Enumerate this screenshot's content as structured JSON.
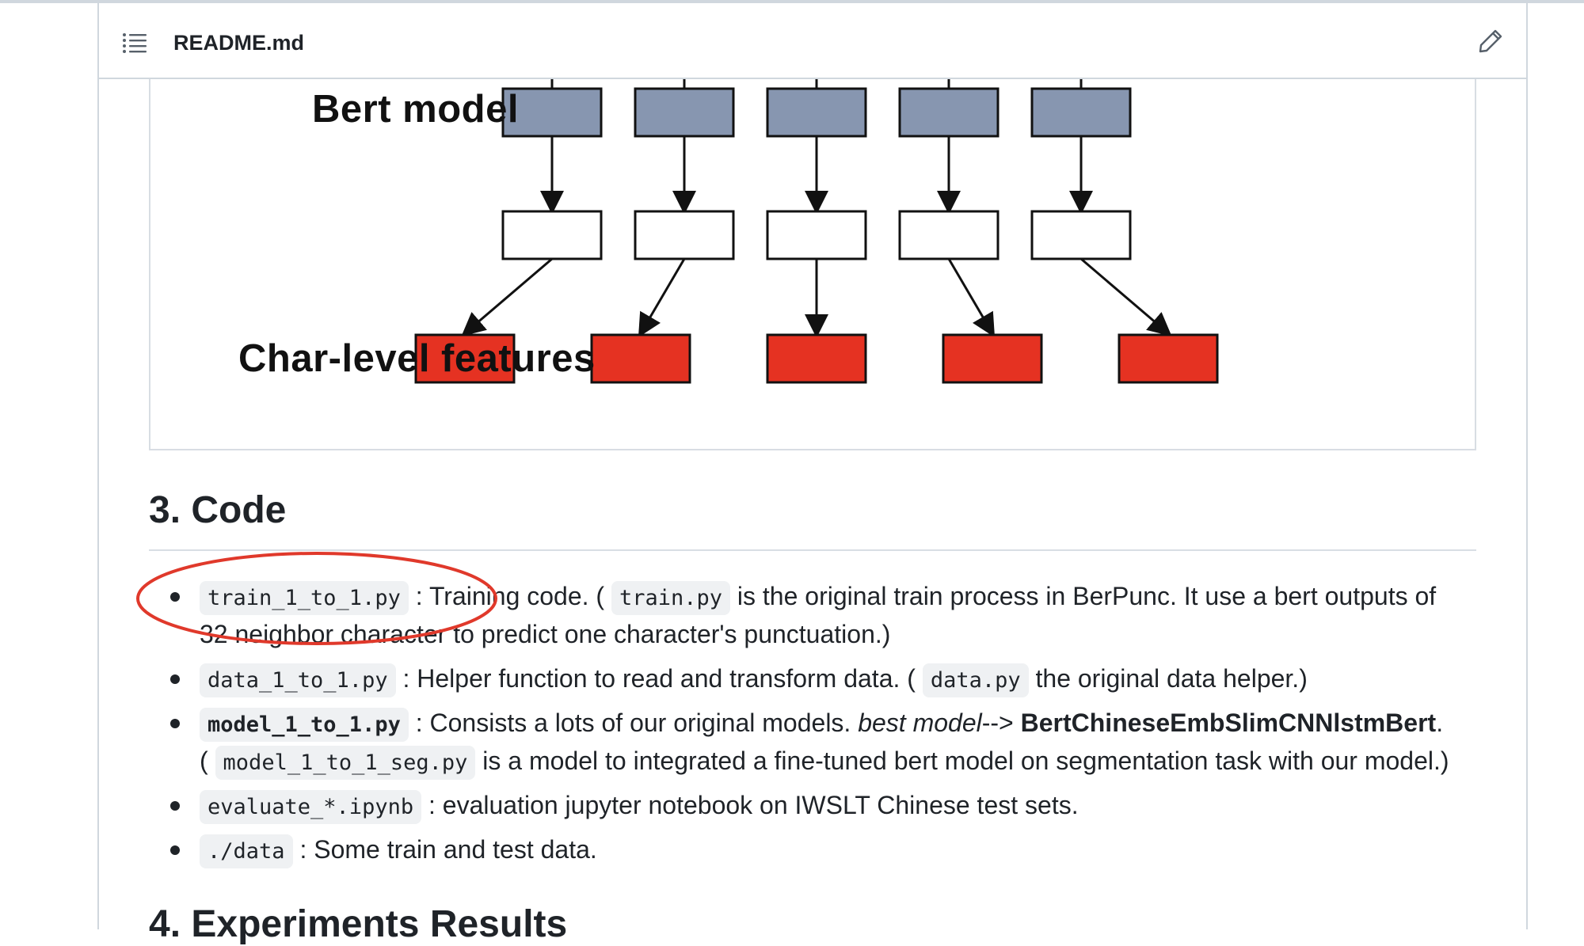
{
  "header": {
    "toc_icon": "list-unordered-icon",
    "file_name": "README.md",
    "edit_icon": "pencil-icon"
  },
  "diagram": {
    "row1_label": "Bert model",
    "row3_label": "Char-level features",
    "colors": {
      "bert_box": "#8796b0",
      "mid_box": "#ffffff",
      "feature_box": "#e53222",
      "stroke": "#111111"
    }
  },
  "section": {
    "heading": "3. Code",
    "items": [
      {
        "code": "train_1_to_1.py",
        "text1": " : Training code. ( ",
        "code2": "train.py",
        "text2": " is the original train process in BerPunc. It use a bert outputs of",
        "text3": "32 neighbor character to predict one character's punctuation.)"
      },
      {
        "code": "data_1_to_1.py",
        "text1": " : Helper function to read and transform data. ( ",
        "code2": "data.py",
        "text2": " the original data helper.)"
      },
      {
        "code": "model_1_to_1.py",
        "text1": " : Consists a lots of our original models. ",
        "em": "best model",
        "arrow": "--> ",
        "strong": "BertChineseEmbSlimCNNlstmBert",
        "period": ".",
        "line2_open": "( ",
        "code2": "model_1_to_1_seg.py",
        "line2_text": " is a model to integrated a fine-tuned bert model on segmentation task with our model.)"
      },
      {
        "code": "evaluate_*.ipynb",
        "text1": " : evaluation jupyter notebook on IWSLT Chinese test sets."
      },
      {
        "code": "./data",
        "text1": " : Some train and test data."
      }
    ]
  },
  "next_heading": "4. Experiments Results",
  "annotation": {
    "color": "#e0392b"
  }
}
